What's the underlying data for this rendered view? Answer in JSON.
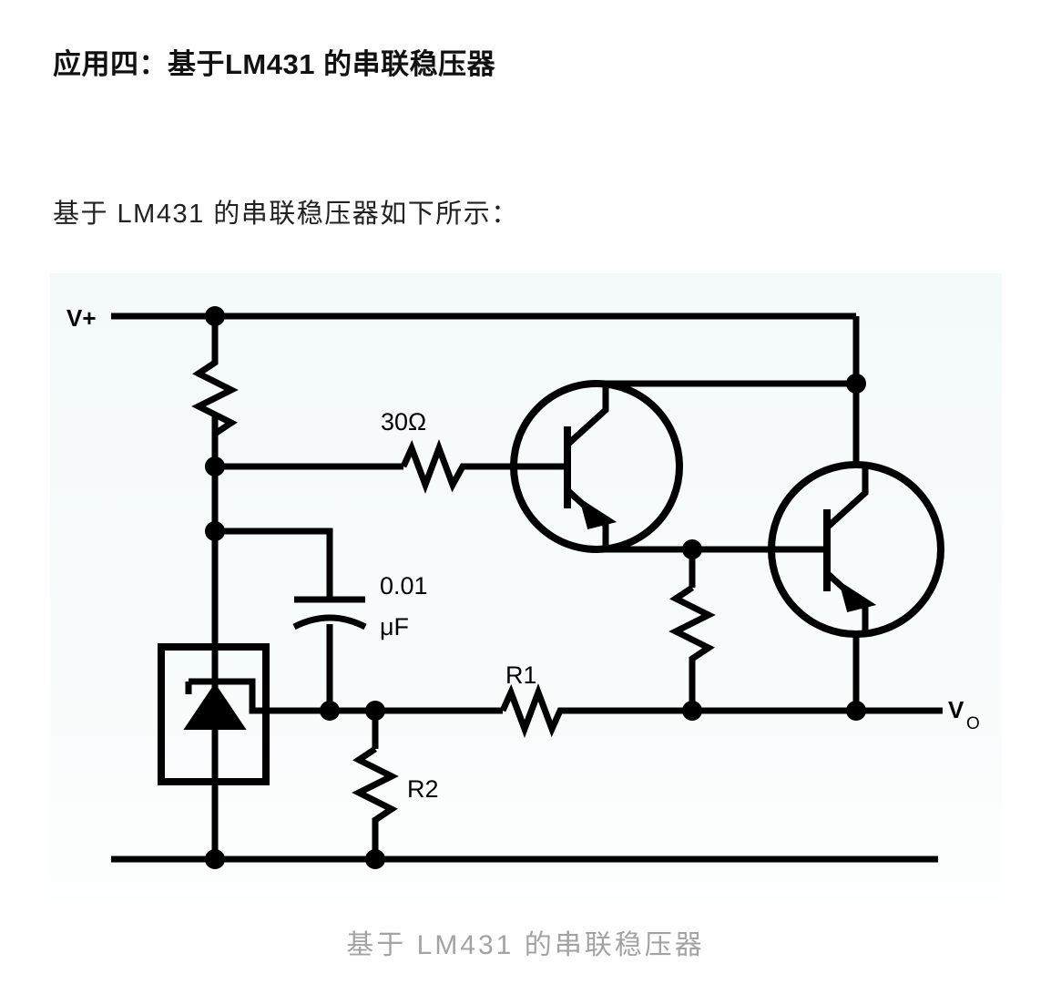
{
  "article": {
    "title": "应用四：基于LM431 的串联稳压器",
    "lead": "基于 LM431 的串联稳压器如下所示："
  },
  "figure": {
    "caption": "基于 LM431 的串联稳压器",
    "background_color": "#f5fafa",
    "line_color": "#000000",
    "caption_color": "#a3a3a3",
    "labels": {
      "supply_rail": "V+",
      "output_v": "V",
      "output_sub": "O",
      "r_series_30": "30Ω",
      "cap_value": "0.01",
      "cap_unit": "μF",
      "r1": "R1",
      "r2": "R2"
    },
    "components": [
      {
        "name": "bias-resistor-top",
        "type": "resistor",
        "label": ""
      },
      {
        "name": "series-resistor-30ohm",
        "type": "resistor",
        "label": "30Ω"
      },
      {
        "name": "compensation-capacitor",
        "type": "capacitor",
        "label": "0.01 μF"
      },
      {
        "name": "shunt-regulator-lm431",
        "type": "shunt-regulator",
        "label": "LM431"
      },
      {
        "name": "driver-transistor-q1",
        "type": "npn-transistor",
        "label": ""
      },
      {
        "name": "pass-transistor-q2",
        "type": "npn-transistor",
        "label": ""
      },
      {
        "name": "emitter-load-resistor",
        "type": "resistor",
        "label": ""
      },
      {
        "name": "feedback-resistor-r1",
        "type": "resistor",
        "label": "R1"
      },
      {
        "name": "feedback-resistor-r2",
        "type": "resistor",
        "label": "R2"
      }
    ]
  }
}
